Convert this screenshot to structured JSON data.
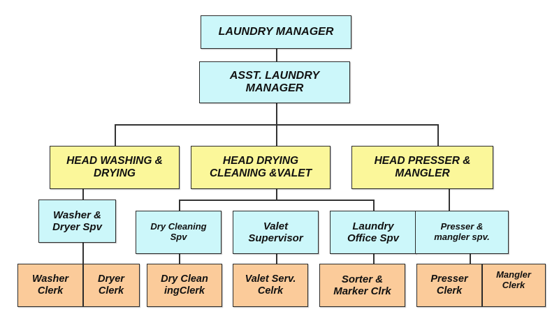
{
  "chart": {
    "title": "Laundry Department Organization Chart",
    "colors": {
      "manager": "#ccf7fa",
      "head": "#fbf79a",
      "supervisor": "#ccf7fa",
      "clerk": "#fbcb9a",
      "line": "#333333"
    },
    "level1": {
      "manager": "LAUNDRY MANAGER"
    },
    "level2": {
      "asst_manager": "ASST. LAUNDRY\nMANAGER"
    },
    "heads": [
      {
        "label": "HEAD WASHING &\nDRYING"
      },
      {
        "label": "HEAD DRYING\nCLEANING &VALET"
      },
      {
        "label": "HEAD PRESSER &\nMANGLER"
      }
    ],
    "supervisors": [
      {
        "label": "Washer &\nDryer Spv",
        "reports_to": "HEAD WASHING & DRYING"
      },
      {
        "label": "Dry Cleaning\nSpv",
        "reports_to": "HEAD DRYING CLEANING &VALET"
      },
      {
        "label": "Valet\nSupervisor",
        "reports_to": "HEAD DRYING CLEANING &VALET"
      },
      {
        "label": "Laundry\nOffice Spv",
        "reports_to": "HEAD DRYING CLEANING &VALET"
      },
      {
        "label": "Presser &\nmangler spv.",
        "reports_to": "HEAD PRESSER & MANGLER"
      }
    ],
    "clerks": [
      {
        "label": "Washer\nClerk",
        "reports_to": "Washer & Dryer Spv"
      },
      {
        "label": "Dryer\nClerk",
        "reports_to": "Washer & Dryer Spv"
      },
      {
        "label": "Dry Clean\ningClerk",
        "reports_to": "Dry Cleaning Spv"
      },
      {
        "label": "Valet Serv.\nCelrk",
        "reports_to": "Valet Supervisor"
      },
      {
        "label": "Sorter &\nMarker Clrk",
        "reports_to": "Laundry Office Spv"
      },
      {
        "label": "Presser\nClerk",
        "reports_to": "Presser & mangler spv."
      },
      {
        "label": "Mangler\nClerk",
        "reports_to": "Presser & mangler spv."
      }
    ]
  }
}
